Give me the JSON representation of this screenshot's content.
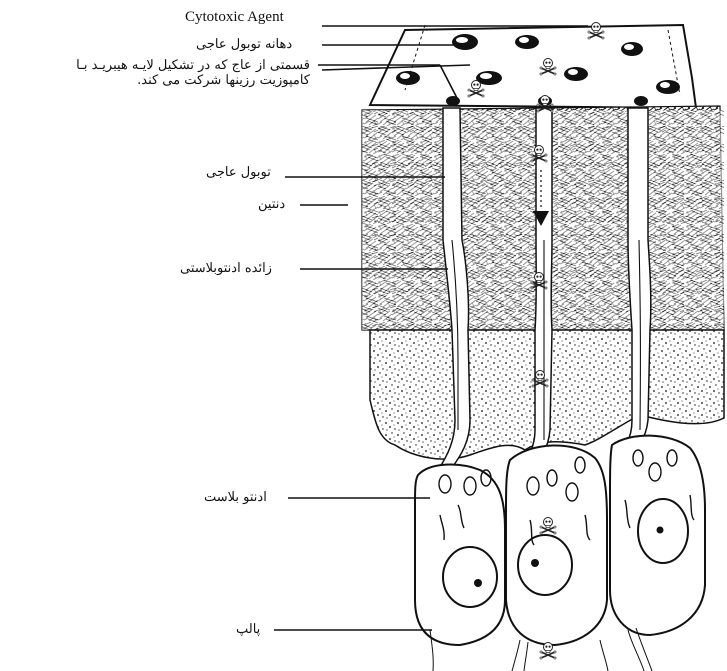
{
  "labels": {
    "cytotoxic_agent": "Cytotoxic Agent",
    "tubule_mouth": "دهانه توبول عاجی",
    "hybrid_layer_line1": "قسمتی از عاج که در تشکیل لایـه هیبریـد بـا",
    "hybrid_layer_line2": "کامپوزیت رزینها شرکت می کند.",
    "dentinal_tubule": "توبول عاجی",
    "dentin": "دنتین",
    "odontoblast_process": "زائده ادنتوبلاستی",
    "odontoblast": "ادنتو بلاست",
    "pulp": "پالپ"
  },
  "icons": {
    "toxin": "skull-crossbones-icon",
    "flow_arrow": "arrow-down-icon"
  },
  "colors": {
    "ink": "#111111",
    "background": "#ffffff"
  }
}
